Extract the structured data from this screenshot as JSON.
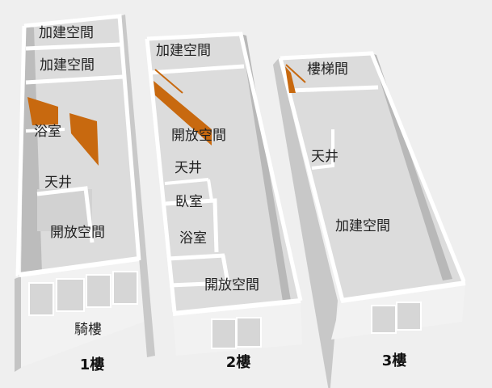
{
  "title": "Floor plans",
  "colors": {
    "floor": "#dcdcdc",
    "wall": "#ffffff",
    "shade": "#bdbdbd",
    "stair": "#c8690f",
    "background": "#efefef"
  },
  "floors": [
    {
      "name": "1樓",
      "rooms": [
        "加建空間",
        "加建空間",
        "浴室",
        "天井",
        "開放空間",
        "騎樓"
      ]
    },
    {
      "name": "2樓",
      "rooms": [
        "加建空間",
        "開放空間",
        "天井",
        "臥室",
        "浴室",
        "開放空間"
      ]
    },
    {
      "name": "3樓",
      "rooms": [
        "樓梯間",
        "天井",
        "加建空間"
      ]
    }
  ]
}
